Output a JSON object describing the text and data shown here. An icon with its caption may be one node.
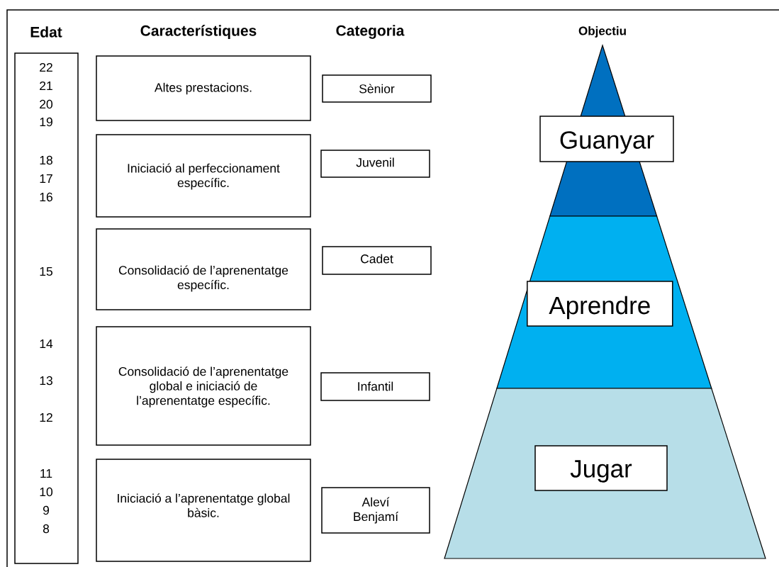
{
  "diagram": {
    "nodes": [
      {
        "text": [
          "22",
          "21",
          "20",
          "19",
          "18",
          "17",
          "16",
          "15",
          "14",
          "13",
          "12",
          "11",
          "10",
          "9",
          "8"
        ]
      },
      {
        "text": [
          "Altes prestacions."
        ]
      },
      {
        "text": [
          "Iniciació al perfeccionament específic."
        ]
      },
      {
        "text": [
          "Consolidació de l’aprenentatge específic."
        ]
      },
      {
        "text": [
          "Consolidació de l’aprenentatge global e iniciació de l’aprenentatge específic."
        ]
      },
      {
        "text": [
          "Iniciació a l’aprenentatge global bàsic."
        ]
      },
      {
        "text": [
          "Sènior"
        ]
      },
      {
        "text": [
          "Juvenil"
        ]
      },
      {
        "text": [
          "Cadet"
        ]
      },
      {
        "text": [
          "Infantil"
        ]
      },
      {
        "text": [
          "Aleví Benjamí"
        ]
      },
      {
        "text": [],
        "shape": "triangle"
      },
      {
        "text": [],
        "shape": "trapezoid"
      },
      {
        "text": [],
        "shape": "trapezoid"
      },
      {
        "text": [
          "Guanyar"
        ]
      },
      {
        "text": [
          "Aprendre"
        ],
        "in": 12
      },
      {
        "text": [
          "Jugar"
        ],
        "in": 13
      }
    ],
    "labels": [
      "Edat",
      "Característiques",
      "Categoria",
      "Objectiu"
    ]
  }
}
